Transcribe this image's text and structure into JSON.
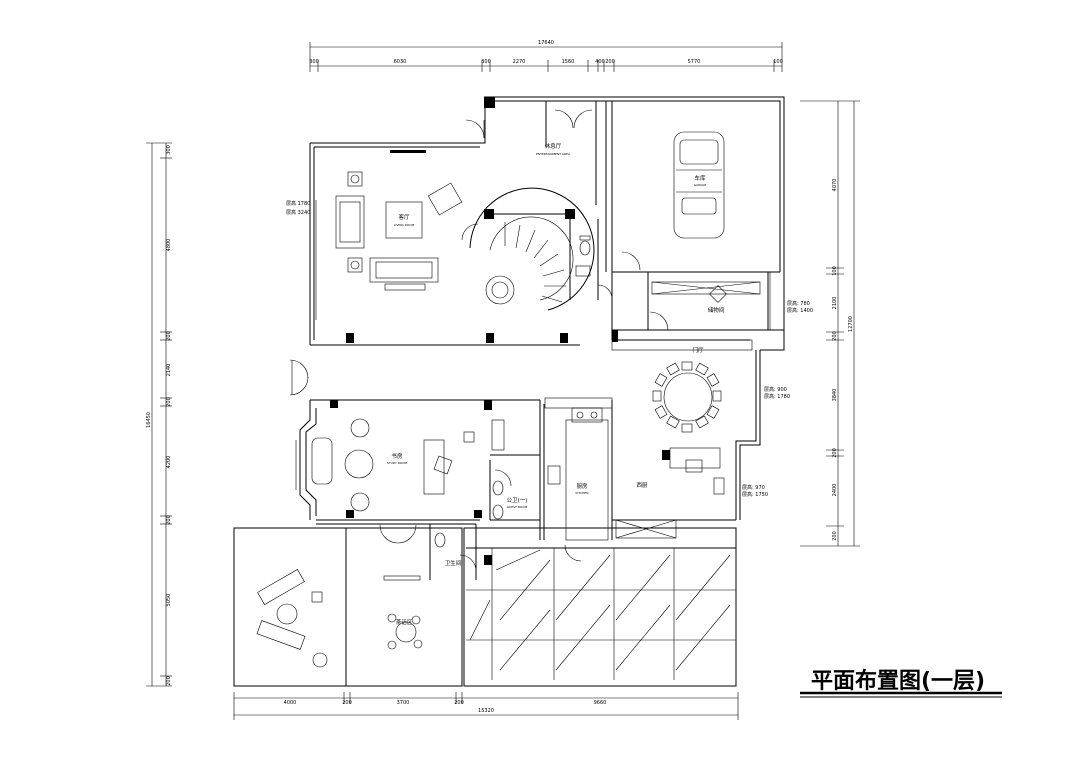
{
  "drawing_title": "平面布置图(一层)",
  "rooms": {
    "living": "客厅",
    "living_en": "LIVING ROOM",
    "leisure": "休息厅",
    "leisure_en": "ENTERTAINMENT AREA",
    "garage": "车库",
    "garage_en": "GARAGE",
    "study": "书房",
    "study_en": "STUDY ROOM",
    "kitchen": "厨房",
    "kitchen_en": "KITCHEN",
    "western_kitchen": "西厨",
    "guest_bath": "公卫(一)",
    "guest_bath_en": "GUEST ROOM",
    "toilet": "卫生间",
    "tea_room": "茶话区",
    "storage": "储物间",
    "hall_tag": "门厅"
  },
  "notes": {
    "living_ceiling_1": "层高 1780",
    "living_ceiling_2": "层高 3240",
    "storage_ceiling_1": "层高: 780",
    "storage_ceiling_2": "层高: 1400",
    "dining_ceiling_1": "层高: 900",
    "dining_ceiling_2": "层高: 1780",
    "wkitchen_ceiling_1": "层高: 970",
    "wkitchen_ceiling_2": "层高: 1750"
  },
  "dimensions": {
    "top_total": "17640",
    "top_segments": [
      "300",
      "6030",
      "300",
      "2270",
      "1560",
      "400",
      "200",
      "5770",
      "100"
    ],
    "bottom_total": "15320",
    "bottom_segments": [
      "4000",
      "200",
      "3700",
      "200",
      "9660"
    ],
    "left_total": "16450",
    "left_segments": [
      "300",
      "4800",
      "200",
      "2140",
      "200",
      "4200",
      "200",
      "5050",
      "200"
    ],
    "right_total": "12700",
    "right_segments": [
      "4070",
      "100",
      "2100",
      "200",
      "3840",
      "200",
      "2400",
      "200"
    ]
  }
}
